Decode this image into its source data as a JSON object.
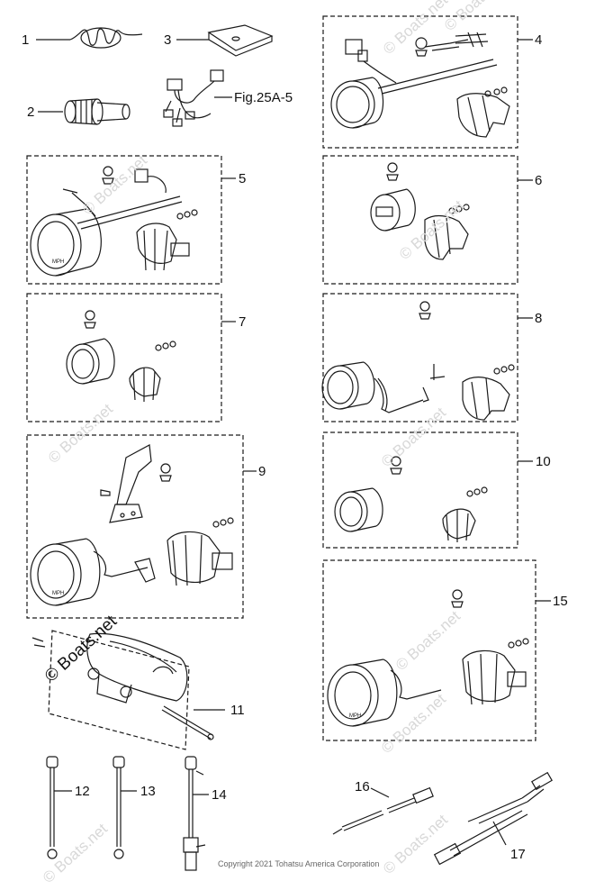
{
  "callouts": [
    {
      "id": "c1",
      "label": "1"
    },
    {
      "id": "c2",
      "label": "2"
    },
    {
      "id": "c3",
      "label": "3"
    },
    {
      "id": "c4",
      "label": "4"
    },
    {
      "id": "c5",
      "label": "5"
    },
    {
      "id": "c6",
      "label": "6"
    },
    {
      "id": "c7",
      "label": "7"
    },
    {
      "id": "c8",
      "label": "8"
    },
    {
      "id": "c9",
      "label": "9"
    },
    {
      "id": "c10",
      "label": "10"
    },
    {
      "id": "c11",
      "label": "11"
    },
    {
      "id": "c12",
      "label": "12"
    },
    {
      "id": "c13",
      "label": "13"
    },
    {
      "id": "c14",
      "label": "14"
    },
    {
      "id": "c15",
      "label": "15"
    },
    {
      "id": "c16",
      "label": "16"
    },
    {
      "id": "c17",
      "label": "17"
    }
  ],
  "fig_ref": "Fig.25A-5",
  "gauge_unit": "MPH",
  "watermark": "© Boats.net",
  "copyright": "Copyright 2021 Tohatsu America Corporation",
  "colors": {
    "line": "#1a1a1a",
    "dash": "#333333",
    "watermark": "#d8d8d8"
  }
}
